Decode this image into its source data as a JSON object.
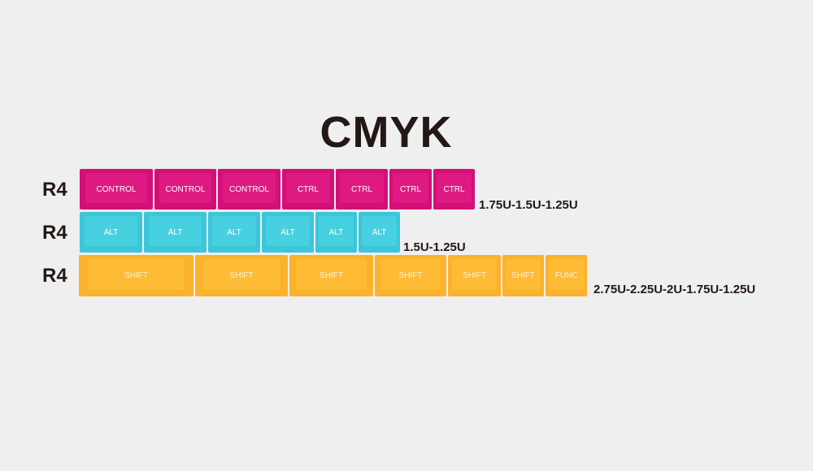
{
  "title": "CMYK",
  "rows": [
    {
      "label": "R4",
      "color": "#d40f78",
      "keys": [
        "CONTROL",
        "CONTROL",
        "CONTROL",
        "CTRL",
        "CTRL",
        "CTRL",
        "CTRL"
      ],
      "sizes": "1.75U-1.5U-1.25U"
    },
    {
      "label": "R4",
      "color": "#3cc6da",
      "keys": [
        "ALT",
        "ALT",
        "ALT",
        "ALT",
        "ALT",
        "ALT"
      ],
      "sizes": "1.5U-1.25U"
    },
    {
      "label": "R4",
      "color": "#fbb22c",
      "keys": [
        "SHIFT",
        "SHIFT",
        "SHIFT",
        "SHIFT",
        "SHIFT",
        "SHIFT",
        "FUNC"
      ],
      "sizes": "2.75U-2.25U-2U-1.75U-1.25U"
    }
  ]
}
